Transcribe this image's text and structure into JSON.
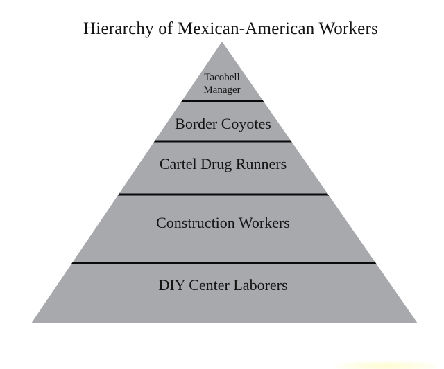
{
  "title": "Hierarchy of Mexican-American Workers",
  "pyramid": {
    "levels": [
      {
        "rank": 1,
        "label": "Tacobell Manager"
      },
      {
        "rank": 2,
        "label": "Border Coyotes"
      },
      {
        "rank": 3,
        "label": "Cartel Drug Runners"
      },
      {
        "rank": 4,
        "label": "Construction Workers"
      },
      {
        "rank": 5,
        "label": "DIY Center Laborers"
      }
    ]
  },
  "colors": {
    "background": "#ffffff",
    "pyramid_fill": "#a7a9ac",
    "divider_line": "#0b0b0b",
    "text": "#141414"
  }
}
